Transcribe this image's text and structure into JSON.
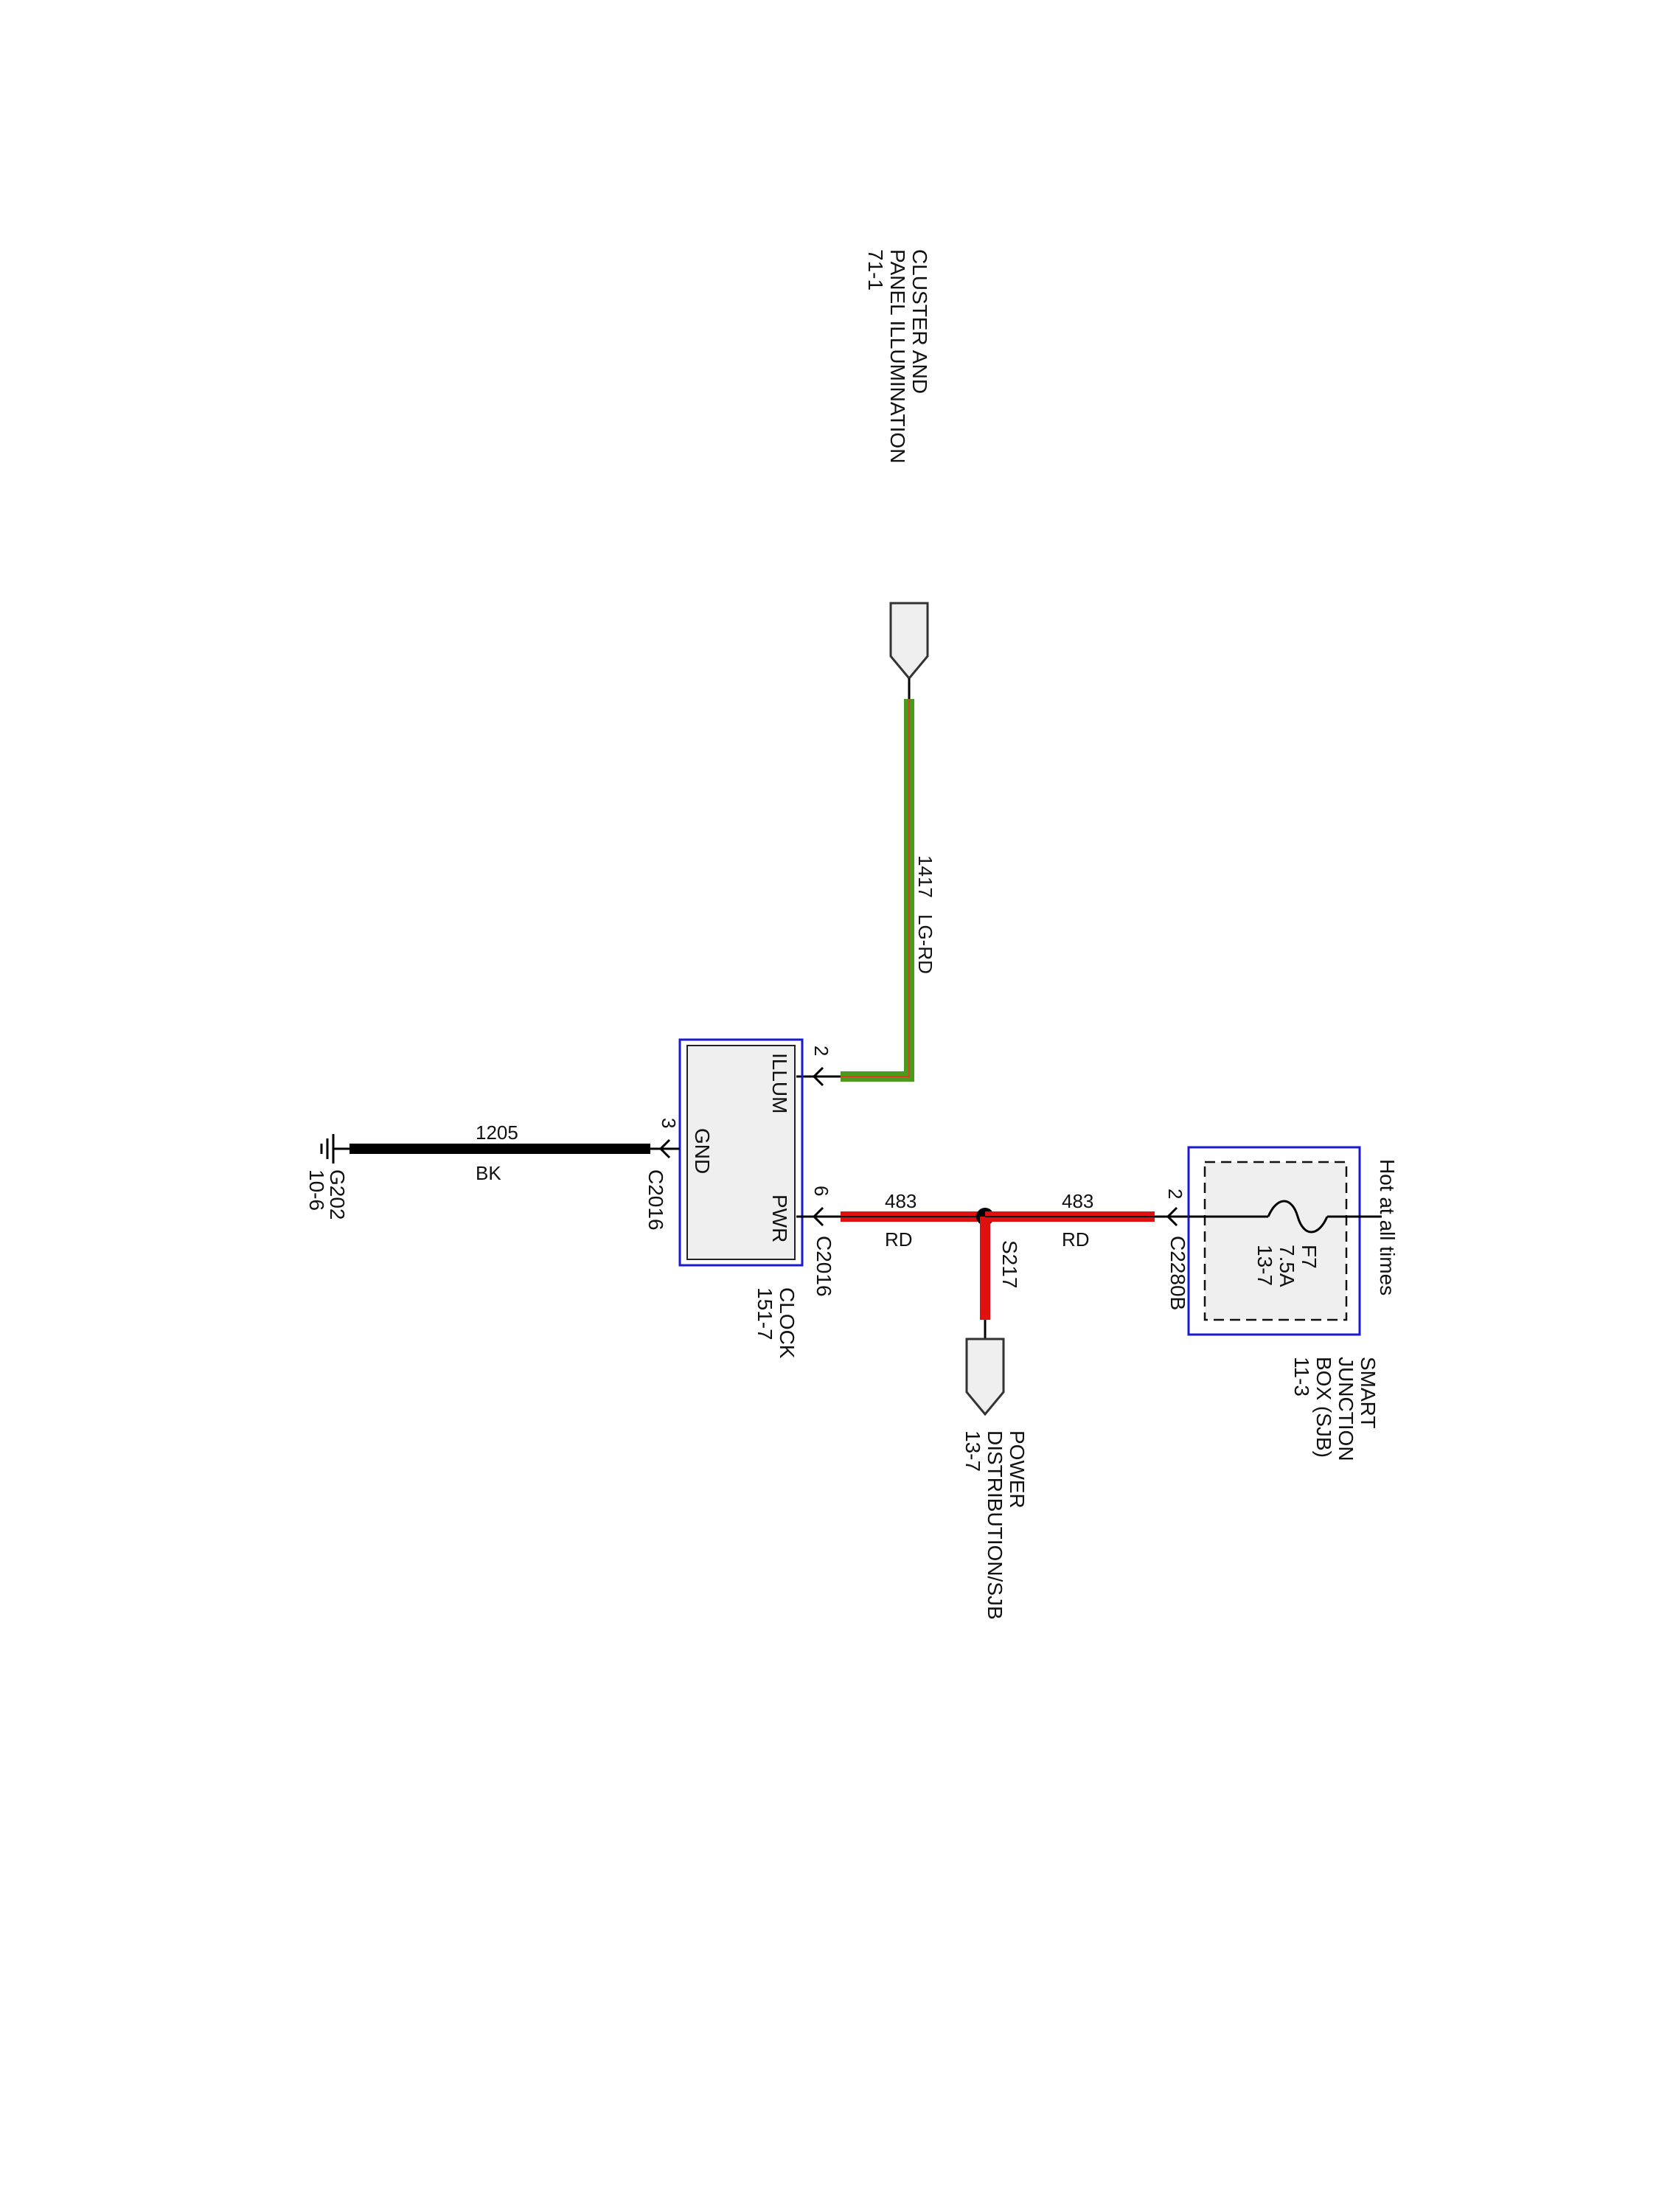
{
  "colors": {
    "wire_green": "#4a9a1c",
    "wire_green_stripe": "#e23a2a",
    "wire_red": "#e01010",
    "wire_black": "#000000",
    "component_border": "#1a1ad0",
    "component_fill": "#efefef"
  },
  "labels": {
    "cluster_line1": "CLUSTER AND",
    "cluster_line2": "PANEL ILLUMINATION",
    "cluster_line3": "71-1",
    "wire_1417_circuit": "1417",
    "wire_1417_color": "LG-RD",
    "pin_illum_num": "2",
    "pin_illum_name": "ILLUM",
    "pin_gnd_num": "3",
    "pin_gnd_name": "GND",
    "connector_c2016_gnd": "C2016",
    "pin_pwr_num": "6",
    "pin_pwr_name": "PWR",
    "connector_c2016_pwr": "C2016",
    "clock_line1": "CLOCK",
    "clock_line2": "151-7",
    "wire_1205_circuit": "1205",
    "wire_1205_color": "BK",
    "ground_line1": "G202",
    "ground_line2": "10-6",
    "wire_483_left_circuit": "483",
    "wire_483_left_color": "RD",
    "wire_483_right_circuit": "483",
    "wire_483_right_color": "RD",
    "splice_label": "S217",
    "power_line1": "POWER",
    "power_line2": "DISTRIBUTION/SJB",
    "power_line3": "13-7",
    "pin_c2280b_num": "2",
    "connector_c2280b": "C2280B",
    "fuse_line1": "F7",
    "fuse_line2": "7.5A",
    "fuse_line3": "13-7",
    "hot_label": "Hot at all times",
    "sjb_line1": "SMART",
    "sjb_line2": "JUNCTION",
    "sjb_line3": "BOX (SJB)",
    "sjb_line4": "11-3"
  }
}
